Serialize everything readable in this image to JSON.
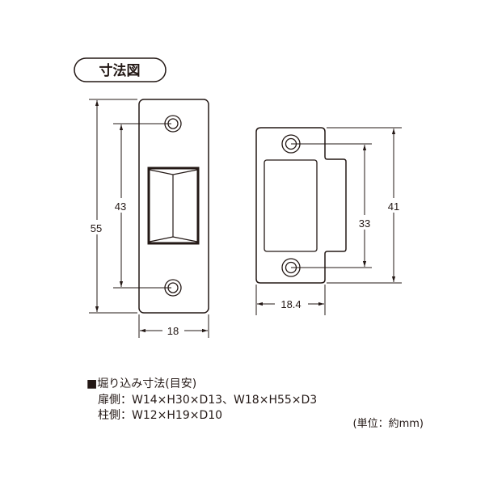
{
  "title": "寸法図",
  "door_plate": {
    "height": "55",
    "hole_pitch": "43",
    "width": "18"
  },
  "frame_plate": {
    "height": "41",
    "hole_pitch": "33",
    "width": "18.4"
  },
  "notes": {
    "heading": "■堀り込み寸法(目安)",
    "door_side": "扉側：W14×H30×D13、W18×H55×D3",
    "frame_side": "柱側：W12×H19×D10"
  },
  "unit": "(単位：約mm)"
}
